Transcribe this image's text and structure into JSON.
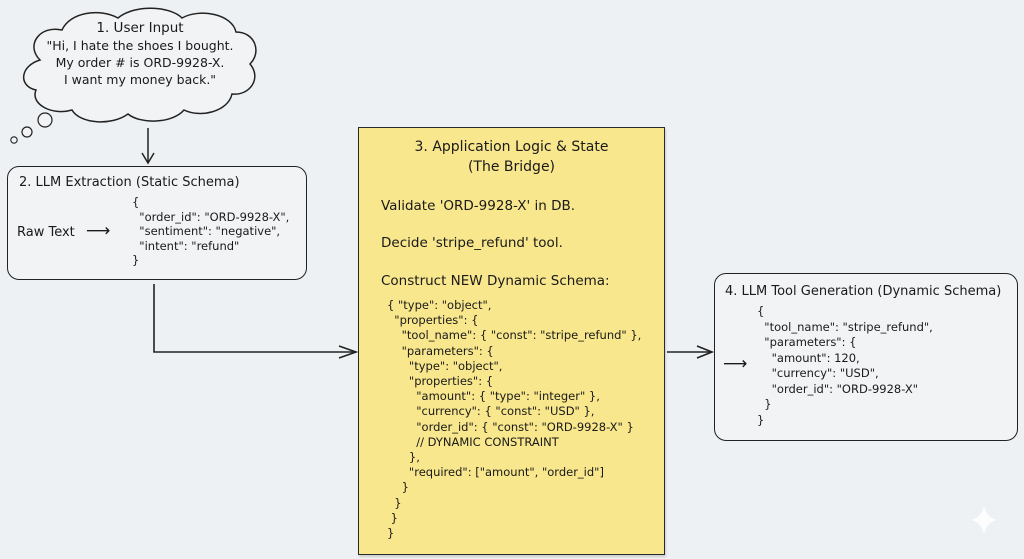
{
  "diagram": {
    "user_input": {
      "title": "1. User Input",
      "lines": [
        "\"Hi, I hate the shoes I bought.",
        "My order # is ORD-9928-X.",
        "I want my money back.\""
      ]
    },
    "extraction": {
      "title": "2. LLM Extraction (Static Schema)",
      "input_label": "Raw Text",
      "json_lines": [
        "{",
        "  \"order_id\": \"ORD-9928-X\",",
        "  \"sentiment\": \"negative\",",
        "  \"intent\": \"refund\"",
        "}"
      ]
    },
    "bridge": {
      "title_line1": "3. Application Logic & State",
      "title_line2": "(The Bridge)",
      "step1": "Validate 'ORD-9928-X' in DB.",
      "step2": "Decide 'stripe_refund' tool.",
      "step3": "Construct NEW Dynamic Schema:",
      "schema_lines": [
        "{ \"type\": \"object\",",
        "  \"properties\": {",
        "    \"tool_name\": { \"const\": \"stripe_refund\" },",
        "    \"parameters\": {",
        "      \"type\": \"object\",",
        "      \"properties\": {",
        "        \"amount\": { \"type\": \"integer\" },",
        "        \"currency\": { \"const\": \"USD\" },",
        "        \"order_id\": { \"const\": \"ORD-9928-X\" }",
        "        // DYNAMIC CONSTRAINT",
        "      },",
        "      \"required\": [\"amount\", \"order_id\"]",
        "    }",
        "  }",
        " }",
        "}"
      ]
    },
    "tool_generation": {
      "title": "4. LLM Tool Generation (Dynamic Schema)",
      "json_lines": [
        "{",
        "  \"tool_name\": \"stripe_refund\",",
        "  \"parameters\": {",
        "    \"amount\": 120,",
        "    \"currency\": \"USD\",",
        "    \"order_id\": \"ORD-9928-X\"",
        "  }",
        "}"
      ]
    },
    "colors": {
      "background": "#eef1f4",
      "note_fill": "#f8e78c",
      "stroke": "#222222"
    }
  }
}
